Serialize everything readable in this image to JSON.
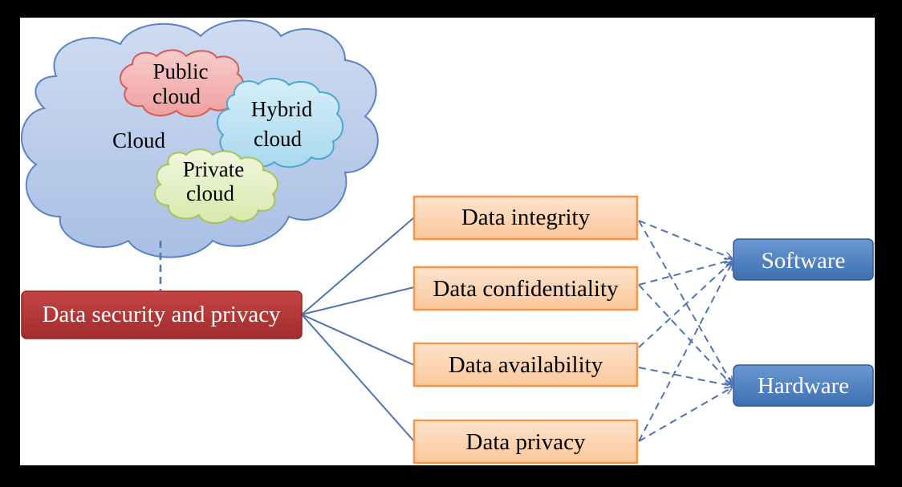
{
  "cloud": {
    "label": "Cloud",
    "sub_clouds": {
      "public": {
        "line1": "Public",
        "line2": "cloud"
      },
      "hybrid": {
        "line1": "Hybrid",
        "line2": "cloud"
      },
      "private": {
        "line1": "Private",
        "line2": "cloud"
      }
    }
  },
  "root": {
    "label": "Data security and privacy"
  },
  "aspects": [
    {
      "label": "Data integrity"
    },
    {
      "label": "Data confidentiality"
    },
    {
      "label": "Data availability"
    },
    {
      "label": "Data privacy"
    }
  ],
  "targets": [
    {
      "label": "Software"
    },
    {
      "label": "Hardware"
    }
  ],
  "colors": {
    "background": "#ffffff",
    "frame": "#000000",
    "cloud_fill": "#b9cbe8",
    "cloud_stroke": "#5b82c4",
    "public_fill": "#f4b6b6",
    "public_stroke": "#d75a5a",
    "hybrid_fill": "#bfe3f1",
    "hybrid_stroke": "#49a9cf",
    "private_fill": "#e6f0c9",
    "private_stroke": "#a8c456",
    "root_fill": "#b83a3a",
    "aspect_fill": "#fcd5b5",
    "aspect_stroke": "#f79646",
    "target_fill": "#4a7fc0",
    "connector": "#4f74b0"
  }
}
